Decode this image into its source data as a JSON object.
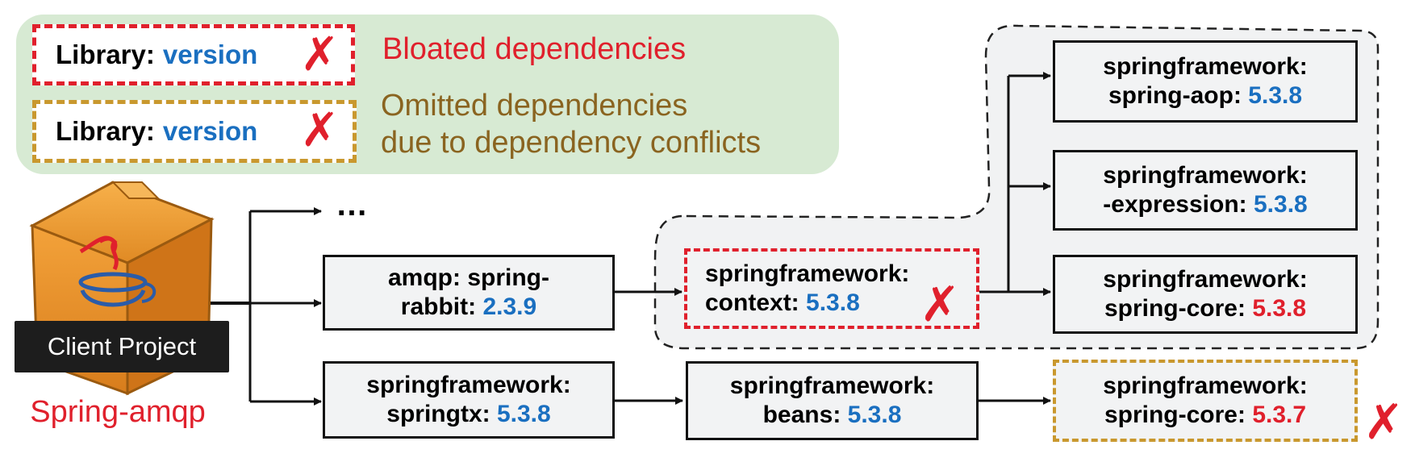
{
  "legend": {
    "bloated_library": "Library:",
    "bloated_version": "version",
    "bloated_text": "Bloated dependencies",
    "omitted_library": "Library:",
    "omitted_version": "version",
    "omitted_text_line1": "Omitted dependencies",
    "omitted_text_line2": "due to dependency conflicts"
  },
  "client": {
    "label": "Client Project",
    "name": "Spring-amqp"
  },
  "ellipsis": "…",
  "nodes": {
    "spring_rabbit": {
      "line1": "amqp: spring-",
      "line2": "rabbit:",
      "version": "2.3.9"
    },
    "springtx": {
      "line1": "springframework:",
      "line2": "springtx:",
      "version": "5.3.8"
    },
    "context": {
      "line1": "springframework:",
      "line2": "context:",
      "version": "5.3.8"
    },
    "beans": {
      "line1": "springframework:",
      "line2": "beans:",
      "version": "5.3.8"
    },
    "aop": {
      "line1": "springframework:",
      "line2": "spring-aop:",
      "version": "5.3.8"
    },
    "expression": {
      "line1": "springframework:",
      "line2": "-expression:",
      "version": "5.3.8"
    },
    "core_538": {
      "line1": "springframework:",
      "line2": "spring-core:",
      "version": "5.3.8"
    },
    "core_537": {
      "line1": "springframework:",
      "line2": "spring-core:",
      "version": "5.3.7"
    }
  },
  "colors": {
    "bloated": "#e0202c",
    "omitted": "#c9982e",
    "version_blue": "#1a6fc0",
    "legend_bg": "#d7ead3"
  },
  "icons": [
    "java-package-icon",
    "cross-icon"
  ]
}
